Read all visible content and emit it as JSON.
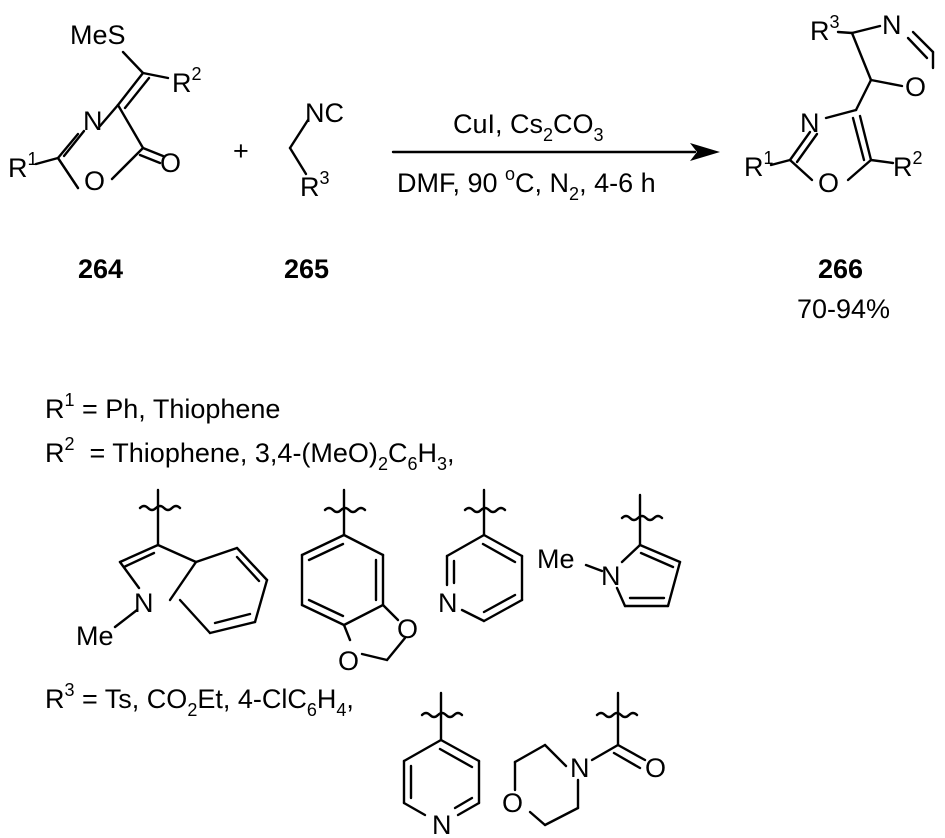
{
  "scheme": {
    "atoms": {
      "mes": "MeS",
      "r": "R",
      "n": "N",
      "o": "O",
      "nc": "NC",
      "me": "Me",
      "sup1": "1",
      "sup2": "2",
      "sup3": "3"
    },
    "plus": "+",
    "arrow_top": {
      "a": "CuI, Cs",
      "sub": "2",
      "b": "CO",
      "sub2": "3"
    },
    "arrow_bottom": {
      "a": "DMF, 90 ",
      "deg": "o",
      "b": "C, N",
      "sub": "2",
      "c": ", 4-6 h"
    },
    "compounds": {
      "c264": "264",
      "c265": "265",
      "c266": "266",
      "yield": "70-94%"
    }
  },
  "substituents": {
    "r1": {
      "label": "R",
      "sup": "1",
      "text": " = Ph, Thiophene"
    },
    "r2": {
      "label": "R",
      "sup": "2",
      "text": "  = Thiophene, 3,4-(MeO)",
      "s1": "2",
      "t2": "C",
      "s2": "6",
      "t3": "H",
      "s3": "3",
      "t4": ","
    },
    "r3": {
      "label": "R",
      "sup": "3",
      "text": " = Ts, CO",
      "s1": "2",
      "t2": "Et, 4-ClC",
      "s2": "6",
      "t3": "H",
      "s3": "4",
      "t4": ","
    }
  }
}
